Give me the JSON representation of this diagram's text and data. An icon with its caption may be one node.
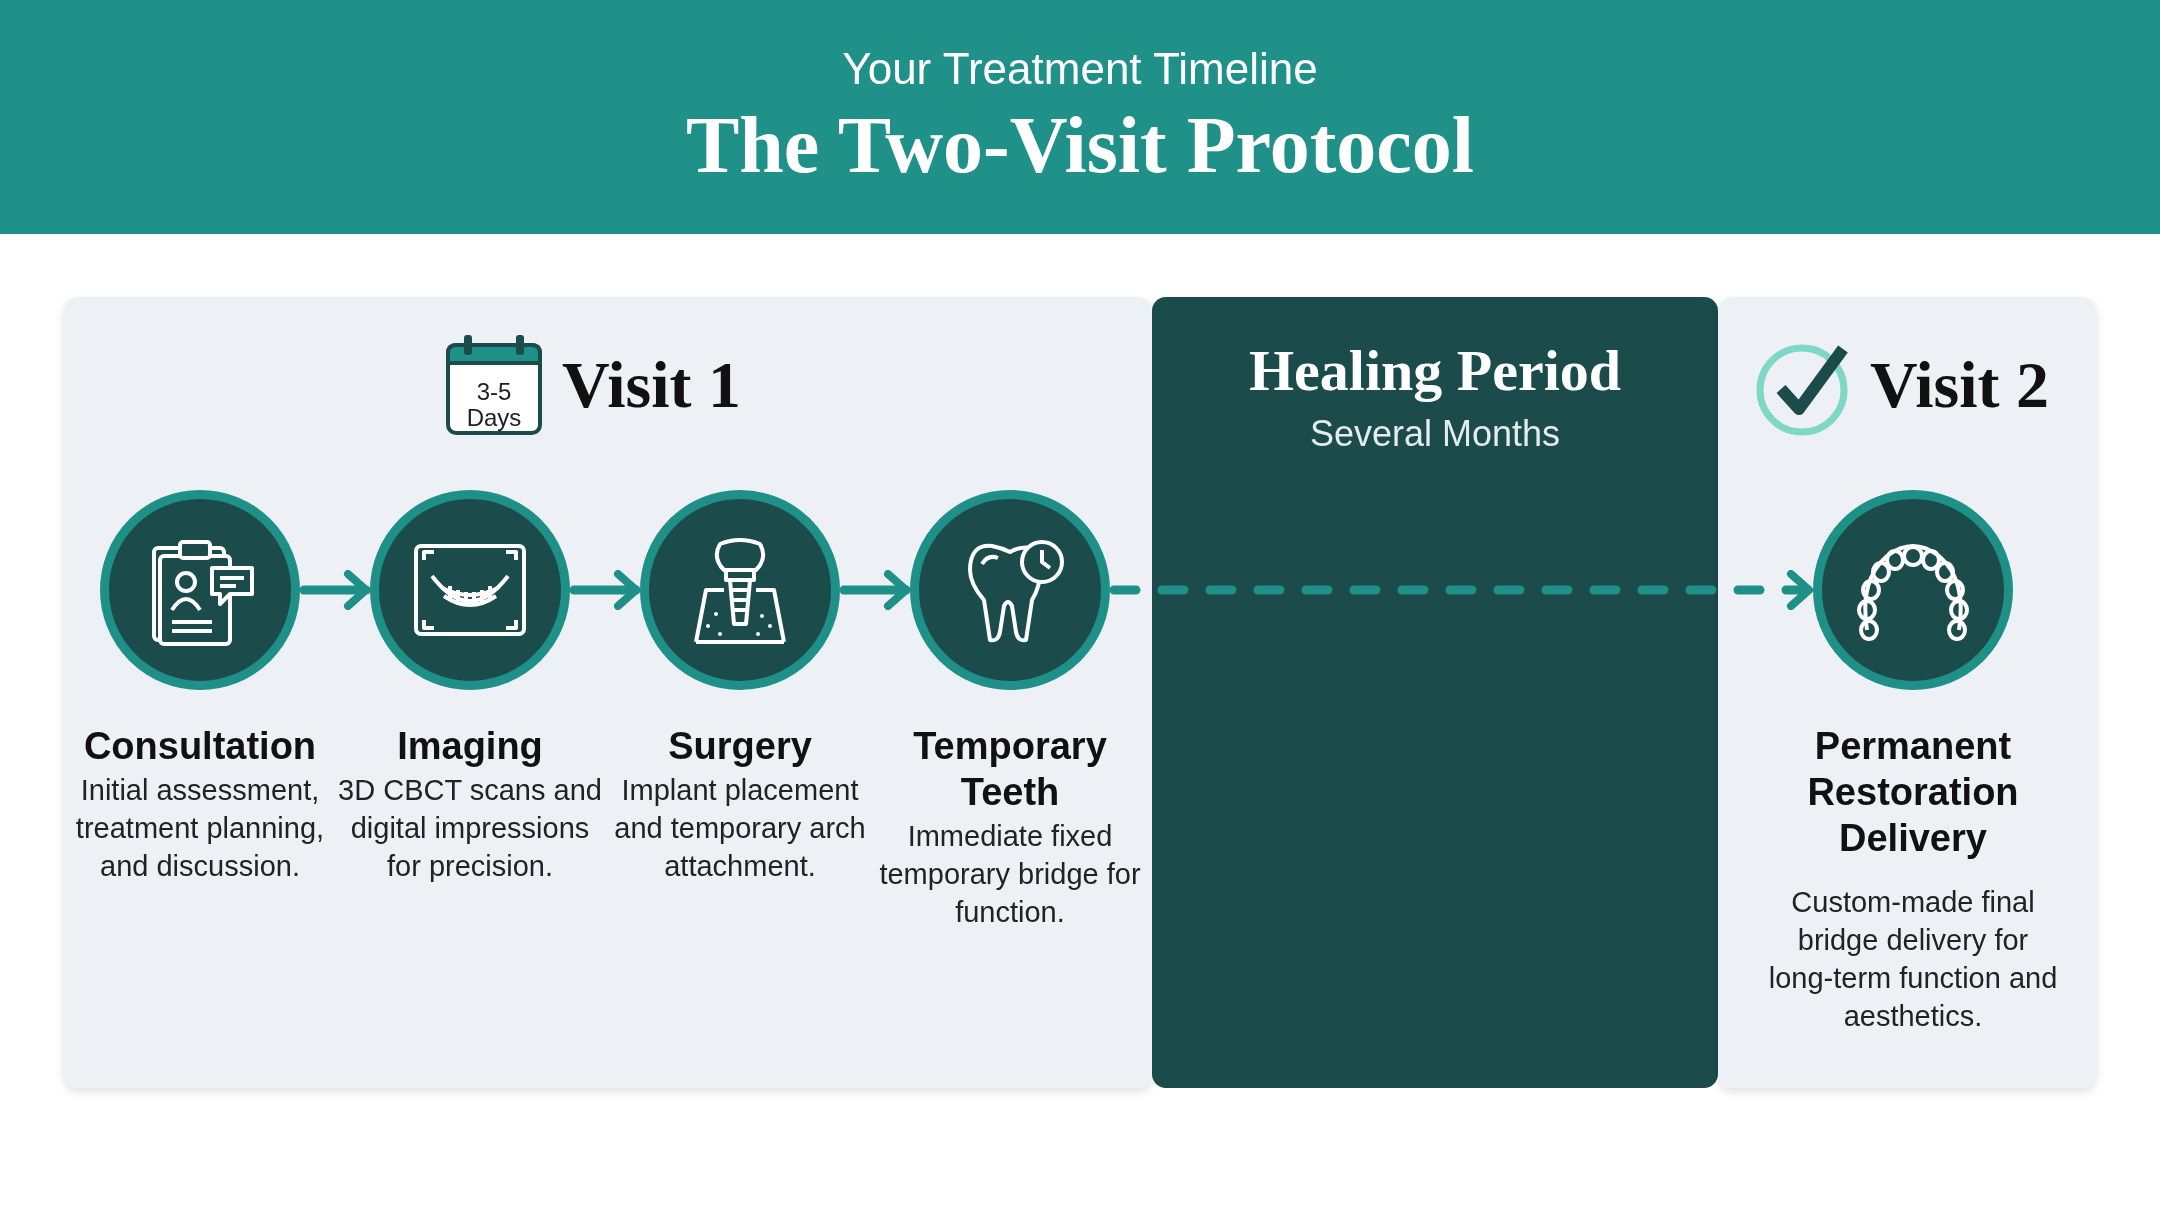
{
  "diagram": {
    "title": "The Two-Visit Protocol",
    "nodes": [
      {
        "text": [
          "Visit 1"
        ]
      },
      {
        "text": [
          "Consultation",
          "Initial assessment, treatment planning, and discussion."
        ],
        "in": 0
      },
      {
        "text": [
          "Imaging",
          "3D CBCT scans and digital impressions for precision."
        ],
        "in": 0
      },
      {
        "text": [
          "Surgery",
          "Implant placement and temporary arch attachment."
        ],
        "in": 0
      },
      {
        "text": [
          "Temporary Teeth",
          "Immediate fixed temporary bridge for function."
        ],
        "in": 0
      },
      {
        "text": [
          "Healing Period",
          "Several Months"
        ]
      },
      {
        "text": [
          "Visit 2"
        ]
      },
      {
        "text": [
          "Permanent Restoration Delivery",
          "Custom-made final bridge delivery for long-term function and aesthetics."
        ],
        "in": 6
      }
    ],
    "edges": [
      {
        "from": 1,
        "to": 2,
        "arrow": "to"
      },
      {
        "from": 2,
        "to": 3,
        "arrow": "to"
      },
      {
        "from": 3,
        "to": 4,
        "arrow": "to"
      },
      {
        "from": 4,
        "to": 7,
        "arrow": "to",
        "style": "dashed"
      }
    ],
    "labels": [
      "Your Treatment Timeline",
      "3-5 Days"
    ]
  }
}
